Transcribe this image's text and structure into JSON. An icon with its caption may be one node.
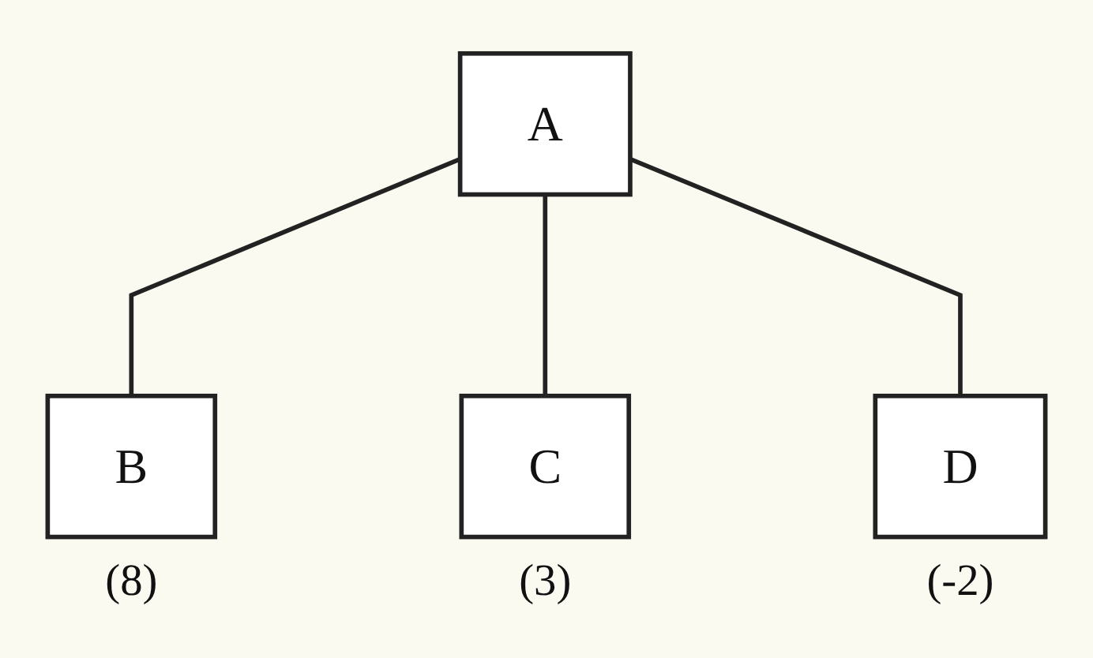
{
  "diagram": {
    "nodes": [
      {
        "text": [
          "A"
        ]
      },
      {
        "text": [
          "B"
        ],
        "beside": [
          "(8)"
        ]
      },
      {
        "text": [
          "C"
        ],
        "beside": [
          "(3)"
        ]
      },
      {
        "text": [
          "D"
        ],
        "beside": [
          "(-2)"
        ]
      }
    ],
    "edges": [
      {
        "from": 0,
        "to": 1,
        "arrow": "none"
      },
      {
        "from": 0,
        "to": 2,
        "arrow": "none"
      },
      {
        "from": 0,
        "to": 3,
        "arrow": "none"
      }
    ]
  }
}
